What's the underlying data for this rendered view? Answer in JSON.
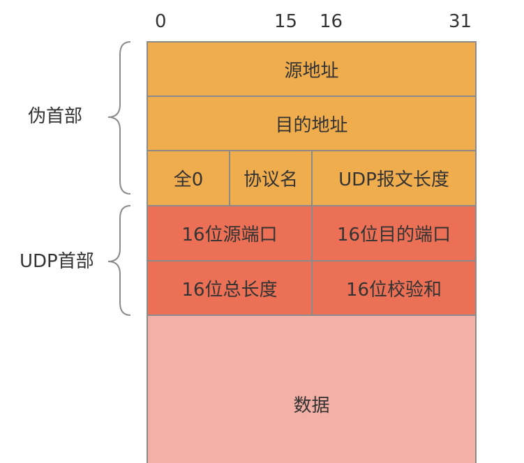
{
  "bit_positions": [
    "0",
    "15",
    "16",
    "31"
  ],
  "sections": {
    "pseudo_header": "伪首部",
    "udp_header": "UDP首部"
  },
  "rows": {
    "source_address": "源地址",
    "destination_address": "目的地址",
    "zeros": "全0",
    "protocol_name": "协议名",
    "udp_length": "UDP报文长度",
    "source_port": "16位源端口",
    "destination_port": "16位目的端口",
    "total_length": "16位总长度",
    "checksum": "16位校验和",
    "data": "数据"
  },
  "colors": {
    "pseudo_header": "#f0ad4e",
    "udp_header": "#eb7055",
    "data": "#f3b0a6",
    "border": "#8a8a8a"
  }
}
